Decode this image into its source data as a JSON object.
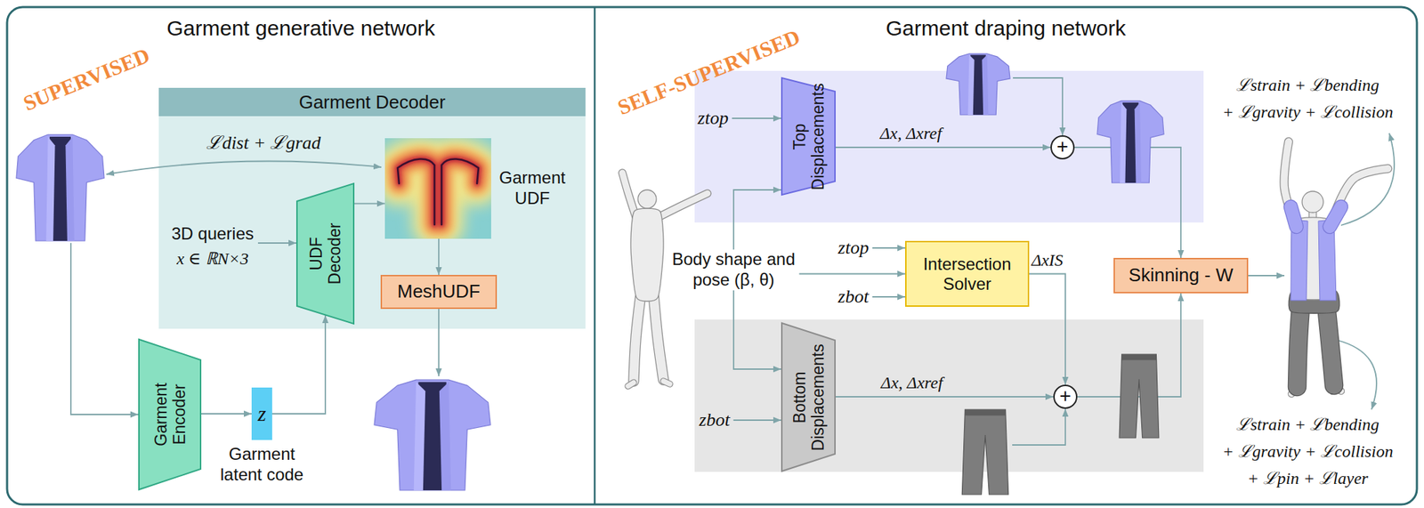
{
  "diagram": {
    "nodes": [
      {
        "text": [
          "Garment generative network"
        ]
      },
      {
        "text": [
          "Garment Decoder"
        ],
        "in": 0
      },
      {
        "text": [
          "UDF Decoder"
        ],
        "in": 1
      },
      {
        "text": [
          "Garment UDF"
        ],
        "in": 1
      },
      {
        "text": [
          "MeshUDF"
        ],
        "in": 1
      },
      {
        "text": [
          "Garment Encoder"
        ],
        "in": 0
      },
      {
        "text": [
          "z",
          "Garment latent code"
        ],
        "in": 0
      },
      {
        "text": [
          "Garment draping network"
        ]
      },
      {
        "text": [
          "Top Displacements"
        ],
        "in": 7
      },
      {
        "text": [
          "+"
        ],
        "in": 7
      },
      {
        "text": [
          "Body shape and pose (β, θ)"
        ],
        "in": 7
      },
      {
        "text": [
          "Intersection Solver"
        ],
        "in": 7
      },
      {
        "text": [
          "Skinning - W"
        ],
        "in": 7
      },
      {
        "text": [
          "Bottom Displacements"
        ],
        "in": 7
      },
      {
        "text": [
          "+"
        ],
        "in": 7
      }
    ],
    "edges": [
      {
        "from": 5,
        "to": 6,
        "arrow": "to"
      },
      {
        "from": 6,
        "to": 2,
        "arrow": "to"
      },
      {
        "from": 2,
        "to": 3,
        "arrow": "to"
      },
      {
        "from": 3,
        "to": 4,
        "arrow": "to"
      },
      {
        "from": 8,
        "to": 9,
        "label": "Δx, Δxref",
        "arrow": "to"
      },
      {
        "from": 10,
        "to": 8,
        "arrow": "to"
      },
      {
        "from": 10,
        "to": 11,
        "arrow": "to"
      },
      {
        "from": 10,
        "to": 13,
        "arrow": "to"
      },
      {
        "from": 11,
        "to": 14,
        "label": "ΔxIS",
        "arrow": "to"
      },
      {
        "from": 13,
        "to": 14,
        "label": "Δx, Δxref",
        "arrow": "to"
      },
      {
        "from": 9,
        "to": 12,
        "arrow": "to"
      },
      {
        "from": 14,
        "to": 12,
        "arrow": "to"
      }
    ],
    "labels": [
      "SUPERVISED",
      "ℒdist + ℒgrad",
      "3D queries",
      "x ∈ ℝN×3",
      "SELF-SUPERVISED",
      "ztop",
      "ztop",
      "zbot",
      "zbot",
      "ℒstrain + ℒbending",
      "+ ℒgravity + ℒcollision",
      "ℒstrain + ℒbending",
      "+ ℒgravity + ℒcollision",
      "+ ℒpin + ℒlayer"
    ]
  }
}
